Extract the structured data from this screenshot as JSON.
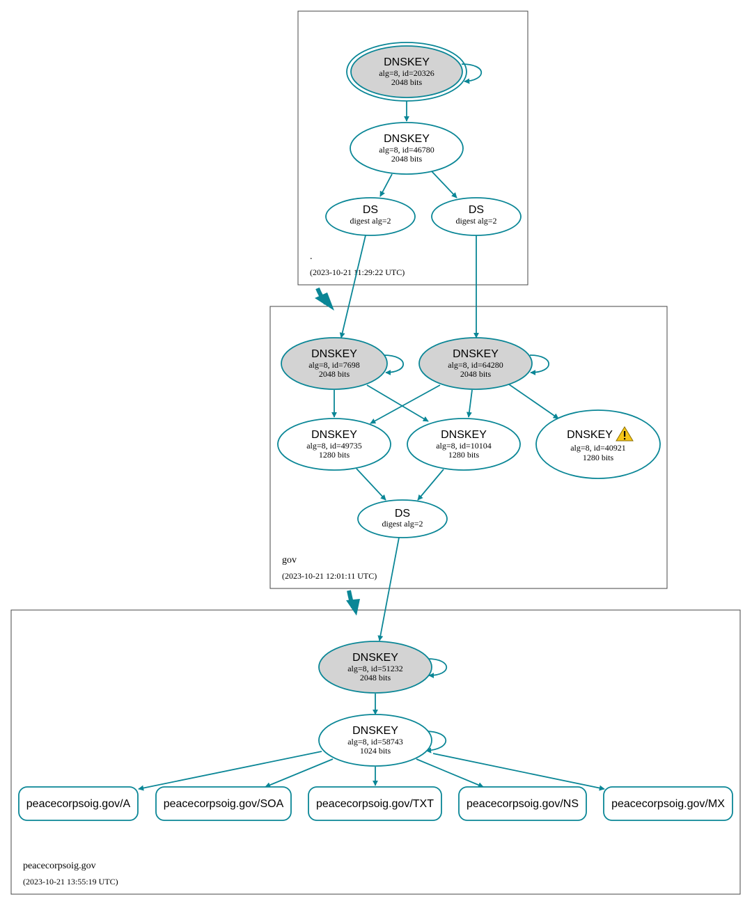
{
  "colors": {
    "edge": "#0a8696",
    "sep_fill": "#d3d3d3",
    "node_fill": "#ffffff",
    "zone_border": "#444444",
    "warning": "#f5c518"
  },
  "zones": {
    "root": {
      "name": ".",
      "timestamp": "(2023-10-21 11:29:22 UTC)"
    },
    "gov": {
      "name": "gov",
      "timestamp": "(2023-10-21 12:01:11 UTC)"
    },
    "peacecorpsoig": {
      "name": "peacecorpsoig.gov",
      "timestamp": "(2023-10-21 13:55:19 UTC)"
    }
  },
  "nodes": {
    "root_ksk": {
      "title": "DNSKEY",
      "line1": "alg=8, id=20326",
      "line2": "2048 bits"
    },
    "root_zsk": {
      "title": "DNSKEY",
      "line1": "alg=8, id=46780",
      "line2": "2048 bits"
    },
    "root_ds1": {
      "title": "DS",
      "line1": "digest alg=2"
    },
    "root_ds2": {
      "title": "DS",
      "line1": "digest alg=2"
    },
    "gov_ksk1": {
      "title": "DNSKEY",
      "line1": "alg=8, id=7698",
      "line2": "2048 bits"
    },
    "gov_ksk2": {
      "title": "DNSKEY",
      "line1": "alg=8, id=64280",
      "line2": "2048 bits"
    },
    "gov_zsk1": {
      "title": "DNSKEY",
      "line1": "alg=8, id=49735",
      "line2": "1280 bits"
    },
    "gov_zsk2": {
      "title": "DNSKEY",
      "line1": "alg=8, id=10104",
      "line2": "1280 bits"
    },
    "gov_zsk3": {
      "title": "DNSKEY",
      "line1": "alg=8, id=40921",
      "line2": "1280 bits",
      "icon": "warning-icon"
    },
    "gov_ds": {
      "title": "DS",
      "line1": "digest alg=2"
    },
    "pc_ksk": {
      "title": "DNSKEY",
      "line1": "alg=8, id=51232",
      "line2": "2048 bits"
    },
    "pc_zsk": {
      "title": "DNSKEY",
      "line1": "alg=8, id=58743",
      "line2": "1024 bits"
    }
  },
  "rrsets": [
    {
      "label": "peacecorpsoig.gov/A"
    },
    {
      "label": "peacecorpsoig.gov/SOA"
    },
    {
      "label": "peacecorpsoig.gov/TXT"
    },
    {
      "label": "peacecorpsoig.gov/NS"
    },
    {
      "label": "peacecorpsoig.gov/MX"
    }
  ]
}
